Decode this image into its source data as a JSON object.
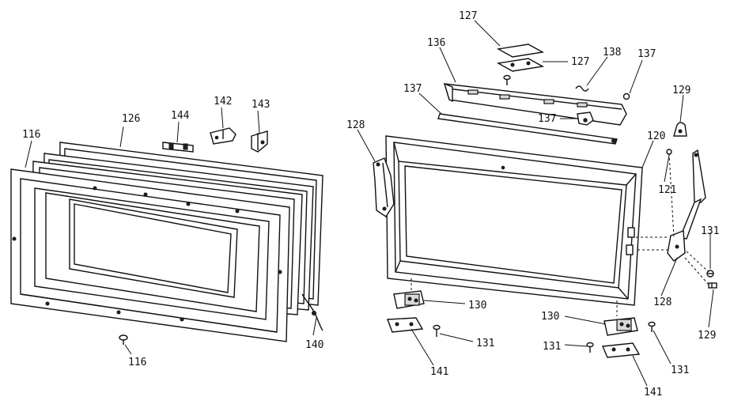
{
  "callouts": [
    {
      "id": "c116a",
      "text": "116"
    },
    {
      "id": "c126",
      "text": "126"
    },
    {
      "id": "c144",
      "text": "144"
    },
    {
      "id": "c142",
      "text": "142"
    },
    {
      "id": "c143",
      "text": "143"
    },
    {
      "id": "c140",
      "text": "140"
    },
    {
      "id": "c116b",
      "text": "116"
    },
    {
      "id": "c127a",
      "text": "127"
    },
    {
      "id": "c127b",
      "text": "127"
    },
    {
      "id": "c136",
      "text": "136"
    },
    {
      "id": "c138",
      "text": "138"
    },
    {
      "id": "c137a",
      "text": "137"
    },
    {
      "id": "c137b",
      "text": "137"
    },
    {
      "id": "c137c",
      "text": "137"
    },
    {
      "id": "c129a",
      "text": "129"
    },
    {
      "id": "c128a",
      "text": "128"
    },
    {
      "id": "c120",
      "text": "120"
    },
    {
      "id": "c121",
      "text": "121"
    },
    {
      "id": "c131a",
      "text": "131"
    },
    {
      "id": "c128b",
      "text": "128"
    },
    {
      "id": "c129b",
      "text": "129"
    },
    {
      "id": "c130a",
      "text": "130"
    },
    {
      "id": "c131b",
      "text": "131"
    },
    {
      "id": "c141a",
      "text": "141"
    },
    {
      "id": "c130b",
      "text": "130"
    },
    {
      "id": "c131c",
      "text": "131"
    },
    {
      "id": "c131d",
      "text": "131"
    },
    {
      "id": "c141b",
      "text": "141"
    }
  ]
}
